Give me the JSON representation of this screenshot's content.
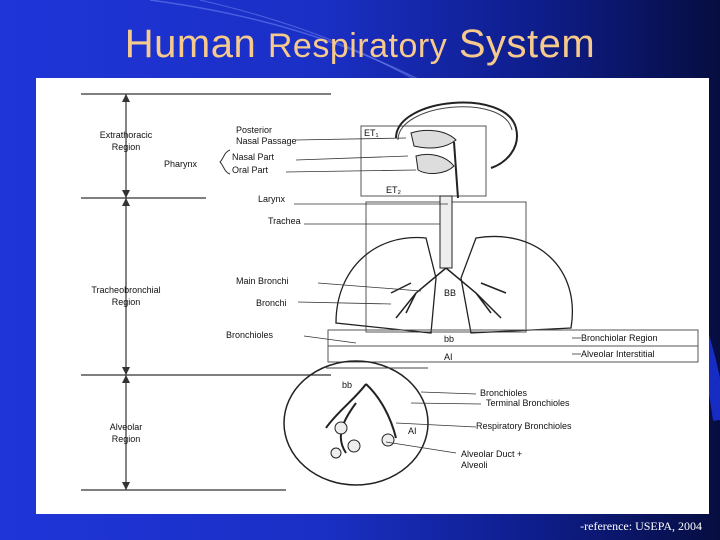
{
  "slide": {
    "title_part1": "Human",
    "title_part2": "Respiratory",
    "title_part3": "System",
    "reference": "-reference: USEPA, 2004",
    "colors": {
      "background": "#1a2fc4",
      "title": "#f6c98d",
      "panel": "#ffffff"
    }
  },
  "diagram": {
    "regions": [
      {
        "line1": "Extrathoracic",
        "line2": "Region"
      },
      {
        "line1": "Tracheobronchial",
        "line2": "Region"
      },
      {
        "line1": "Alveolar",
        "line2": "Region"
      }
    ],
    "labels": {
      "posterior": "Posterior",
      "nasal_passage": "Nasal Passage",
      "pharynx": "Pharynx",
      "nasal_part": "Nasal Part",
      "oral_part": "Oral Part",
      "larynx": "Larynx",
      "trachea": "Trachea",
      "main_bronchi": "Main Bronchi",
      "bronchi": "Bronchi",
      "bronchioles": "Bronchioles",
      "bronchiolar_region": "Bronchiolar Region",
      "alveolar_interstitial": "Alveolar Interstitial",
      "bronchioles_2": "Bronchioles",
      "terminal_bronchioles": "Terminal Bronchioles",
      "respiratory_bronchioles": "Respiratory Bronchioles",
      "alveolar_duct": "Alveolar Duct +",
      "alveoli": "Alveoli"
    },
    "codes": {
      "et1": "ET₁",
      "et2": "ET₂",
      "bb_upper": "BB",
      "bb_lower": "bb",
      "ai": "AI",
      "bb_inset": "bb",
      "ai_inset": "AI"
    }
  }
}
